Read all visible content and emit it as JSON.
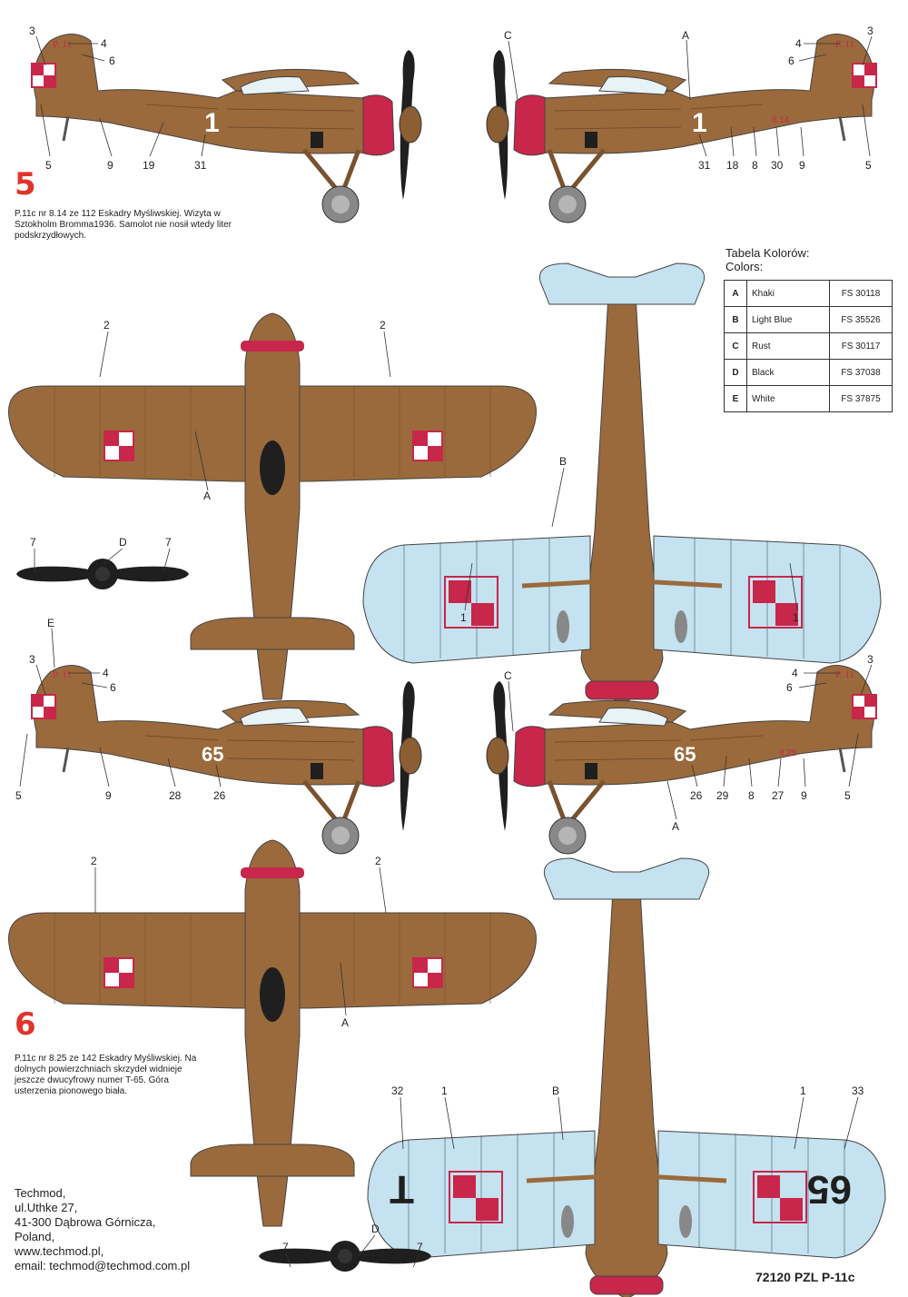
{
  "scheme5": {
    "number": "5",
    "caption": "P.11c  nr 8.14 ze 112 Eskadry Myśliwskiej. Wizyta w Sztokholm Bromma1936. Samolot nie nosił wtedy liter podskrzydłowych.",
    "aircraft_number": "1"
  },
  "scheme6": {
    "number": "6",
    "caption": "P.11c nr 8.25 ze 142 Eskadry Myśliwskiej. Na dolnych powierzchniach skrzydeł widnieje jeszcze dwucyfrowy numer T-65. Góra usterzenia pionowego biała.",
    "aircraft_number": "65",
    "underwing_left": "T",
    "underwing_right": "65"
  },
  "colors_table": {
    "title": "Tabela Kolorów:",
    "subtitle": "Colors:",
    "rows": [
      {
        "letter": "A",
        "name": "Khaki",
        "fs": "FS 30118",
        "hex": "#9a6a3c"
      },
      {
        "letter": "B",
        "name": "Light Blue",
        "fs": "FS 35526",
        "hex": "#c5e2f0"
      },
      {
        "letter": "C",
        "name": "Rust",
        "fs": "FS 30117",
        "hex": "#c8264a"
      },
      {
        "letter": "D",
        "name": "Black",
        "fs": "FS 37038",
        "hex": "#1f1f1f"
      },
      {
        "letter": "E",
        "name": "White",
        "fs": "FS 37875",
        "hex": "#ffffff"
      }
    ]
  },
  "callouts": {
    "n1": "1",
    "n2": "2",
    "n3": "3",
    "n4": "4",
    "n5": "5",
    "n6": "6",
    "n7": "7",
    "n8": "8",
    "n9": "9",
    "n18": "18",
    "n19": "19",
    "n26": "26",
    "n27": "27",
    "n28": "28",
    "n29": "29",
    "n30": "30",
    "n31": "31",
    "n32": "32",
    "n33": "33",
    "A": "A",
    "B": "B",
    "C": "C",
    "D": "D",
    "E": "E"
  },
  "tail_code": "P. 11",
  "serial_814": "8.14",
  "serial_825": "8.25",
  "address": {
    "line1": "Techmod,",
    "line2": "ul.Uthke 27,",
    "line3": "41-300 Dąbrowa Górnicza,",
    "line4": "Poland,",
    "line5": "www.techmod.pl,",
    "line6": "email: techmod@techmod.com.pl"
  },
  "footer": "72120 PZL P-11c"
}
